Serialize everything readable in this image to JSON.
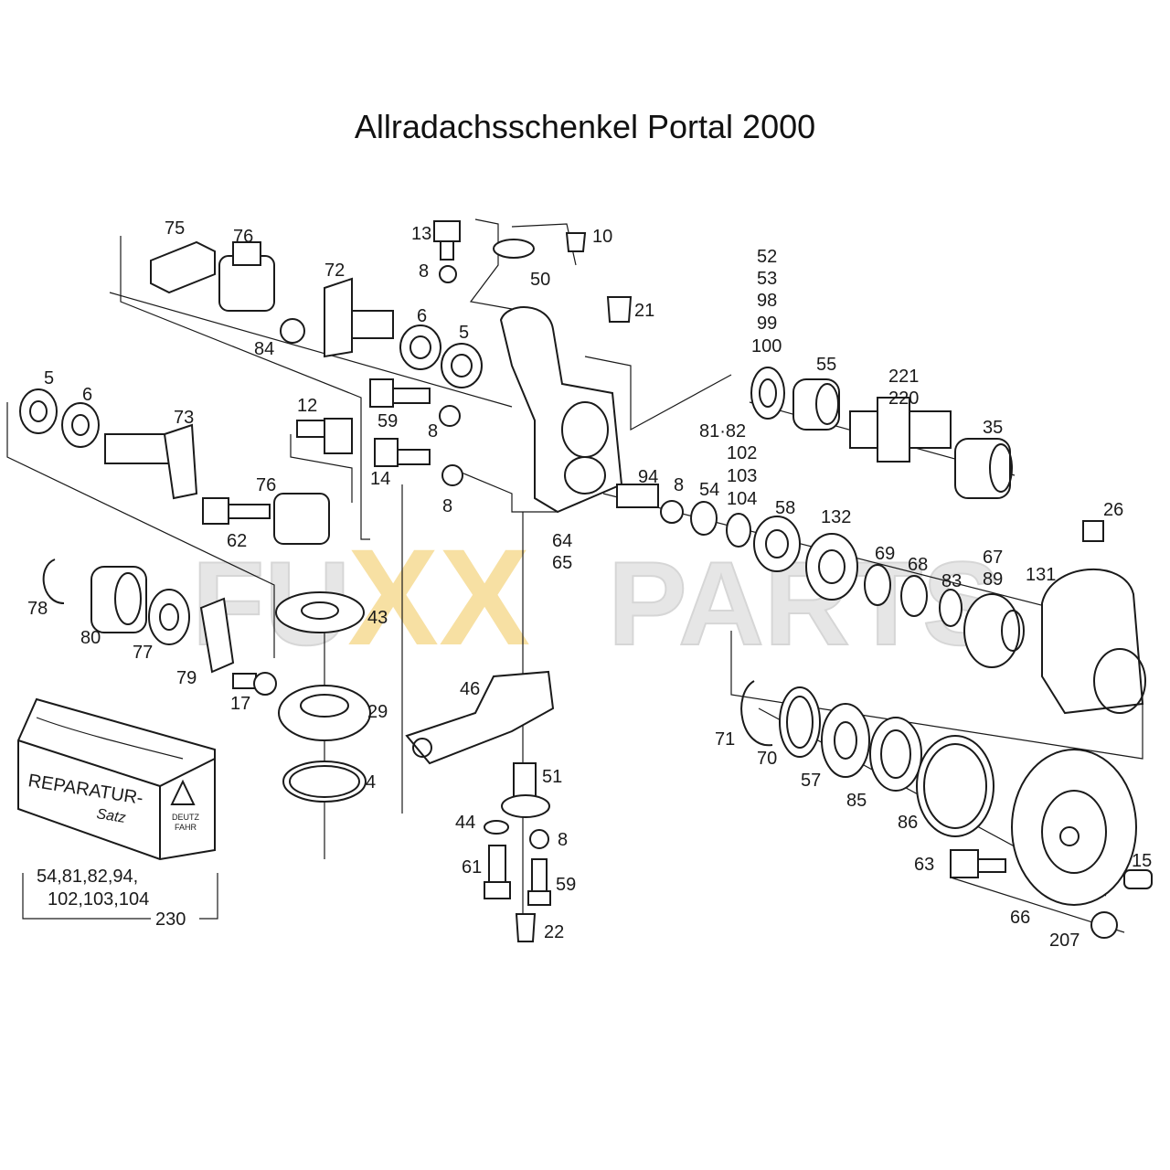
{
  "title": "Allradachsschenkel Portal 2000",
  "watermark": {
    "left": "FU",
    "middle": "XX",
    "right": "PARTS",
    "color_gray": "#d9d9d9",
    "color_yellow": "#f7dd9a"
  },
  "parts": [
    {
      "id": "p75",
      "text": "75"
    },
    {
      "id": "p76a",
      "text": "76"
    },
    {
      "id": "p72",
      "text": "72"
    },
    {
      "id": "p84",
      "text": "84"
    },
    {
      "id": "p13",
      "text": "13"
    },
    {
      "id": "p8a",
      "text": "8"
    },
    {
      "id": "p10",
      "text": "10"
    },
    {
      "id": "p50",
      "text": "50"
    },
    {
      "id": "p21",
      "text": "21"
    },
    {
      "id": "p6a",
      "text": "6"
    },
    {
      "id": "p5a",
      "text": "5"
    },
    {
      "id": "p5b",
      "text": "5"
    },
    {
      "id": "p6b",
      "text": "6"
    },
    {
      "id": "p73",
      "text": "73"
    },
    {
      "id": "p12",
      "text": "12"
    },
    {
      "id": "p59a",
      "text": "59"
    },
    {
      "id": "p8b",
      "text": "8"
    },
    {
      "id": "p14",
      "text": "14"
    },
    {
      "id": "p8c",
      "text": "8"
    },
    {
      "id": "p76b",
      "text": "76"
    },
    {
      "id": "p62",
      "text": "62"
    },
    {
      "id": "p64",
      "text": "64"
    },
    {
      "id": "p65",
      "text": "65"
    },
    {
      "id": "p52",
      "text": "52"
    },
    {
      "id": "p53",
      "text": "53"
    },
    {
      "id": "p98",
      "text": "98"
    },
    {
      "id": "p99",
      "text": "99"
    },
    {
      "id": "p100",
      "text": "100"
    },
    {
      "id": "p55",
      "text": "55"
    },
    {
      "id": "p221",
      "text": "221"
    },
    {
      "id": "p220",
      "text": "220"
    },
    {
      "id": "p35",
      "text": "35"
    },
    {
      "id": "p8182",
      "text": "81·82"
    },
    {
      "id": "p102",
      "text": "102"
    },
    {
      "id": "p103",
      "text": "103"
    },
    {
      "id": "p104",
      "text": "104"
    },
    {
      "id": "p94",
      "text": "94"
    },
    {
      "id": "p8d",
      "text": "8"
    },
    {
      "id": "p54",
      "text": "54"
    },
    {
      "id": "p58",
      "text": "58"
    },
    {
      "id": "p132",
      "text": "132"
    },
    {
      "id": "p69",
      "text": "69"
    },
    {
      "id": "p68",
      "text": "68"
    },
    {
      "id": "p83",
      "text": "83"
    },
    {
      "id": "p67",
      "text": "67"
    },
    {
      "id": "p89",
      "text": "89"
    },
    {
      "id": "p131",
      "text": "131"
    },
    {
      "id": "p26",
      "text": "26"
    },
    {
      "id": "p78",
      "text": "78"
    },
    {
      "id": "p80",
      "text": "80"
    },
    {
      "id": "p77",
      "text": "77"
    },
    {
      "id": "p79",
      "text": "79"
    },
    {
      "id": "p17",
      "text": "17"
    },
    {
      "id": "p43",
      "text": "43"
    },
    {
      "id": "p29",
      "text": "29"
    },
    {
      "id": "p4",
      "text": "4"
    },
    {
      "id": "p46",
      "text": "46"
    },
    {
      "id": "p51",
      "text": "51"
    },
    {
      "id": "p44",
      "text": "44"
    },
    {
      "id": "p8e",
      "text": "8"
    },
    {
      "id": "p61",
      "text": "61"
    },
    {
      "id": "p59b",
      "text": "59"
    },
    {
      "id": "p22",
      "text": "22"
    },
    {
      "id": "p71",
      "text": "71"
    },
    {
      "id": "p70",
      "text": "70"
    },
    {
      "id": "p57",
      "text": "57"
    },
    {
      "id": "p85",
      "text": "85"
    },
    {
      "id": "p86",
      "text": "86"
    },
    {
      "id": "p63",
      "text": "63"
    },
    {
      "id": "p15",
      "text": "15"
    },
    {
      "id": "p66",
      "text": "66"
    },
    {
      "id": "p207",
      "text": "207"
    }
  ],
  "kit": {
    "box_line1": "REPARATUR-",
    "box_line2": "Satz",
    "brand_line1": "DEUTZ",
    "brand_line2": "FAHR",
    "contents_line1": "54,81,82,94,",
    "contents_line2": "102,103,104",
    "number": "230"
  }
}
